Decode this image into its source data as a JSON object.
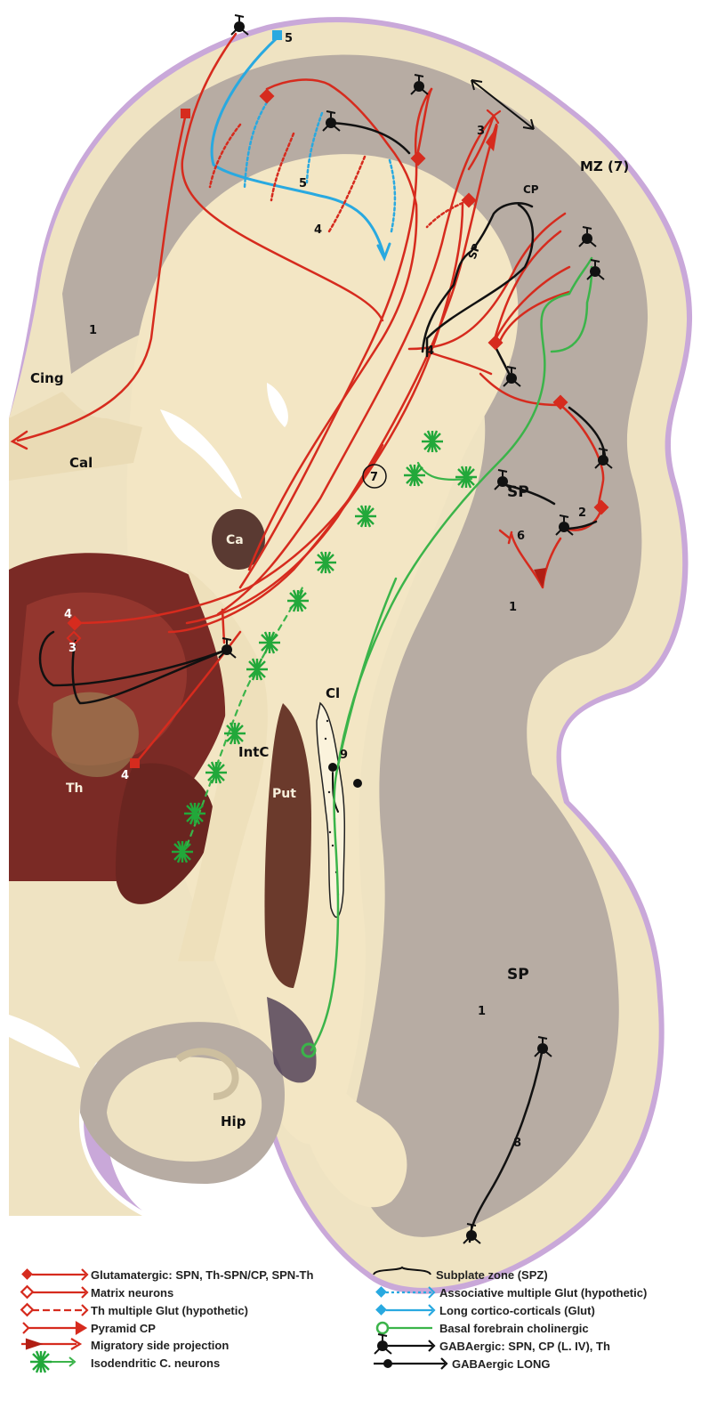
{
  "labels": {
    "cing": "Cing",
    "cal": "Cal",
    "mz": "MZ (7)",
    "cp": "CP",
    "sp_small": "SP",
    "sp_upper": "SP",
    "sp_lower": "SP",
    "ca": "Ca",
    "cl": "Cl",
    "intc": "IntC",
    "put": "Put",
    "th": "Th",
    "hip": "Hip",
    "circle7": "7"
  },
  "numbers": {
    "n1_left": "1",
    "n1_mid": "1",
    "n1_low": "1",
    "n2": "2",
    "n3_top": "3",
    "n3_th": "3",
    "n4_blue": "4",
    "n4_red": "4",
    "n4_th_top": "4",
    "n4_th_bot": "4",
    "n5_top": "5",
    "n5_mid": "5",
    "n6": "6",
    "n8": "8",
    "n9": "9"
  },
  "legend": {
    "left": [
      "Glutamatergic: SPN, Th-SPN/CP, SPN-Th",
      "Matrix neurons",
      "Th multiple Glut (hypothetic)",
      "Pyramid CP",
      "Migratory side projection",
      "Isodendritic C. neurons"
    ],
    "right": [
      "Subplate zone (SPZ)",
      "Associative multiple Glut (hypothetic)",
      "Long cortico-corticals (Glut)",
      "Basal forebrain cholinergic",
      "GABAergic: SPN, CP (L. IV), Th",
      "GABAergic LONG"
    ]
  },
  "colors": {
    "glutamatergic": "#d62b1e",
    "associative": "#29a9e0",
    "cholinergic": "#3bb44a",
    "gabaergic": "#111111",
    "cortex_plate": "#efe3c2",
    "subplate": "#b7aca3",
    "white_matter": "#f3e6c4",
    "thalamus": "#7a2a25"
  }
}
